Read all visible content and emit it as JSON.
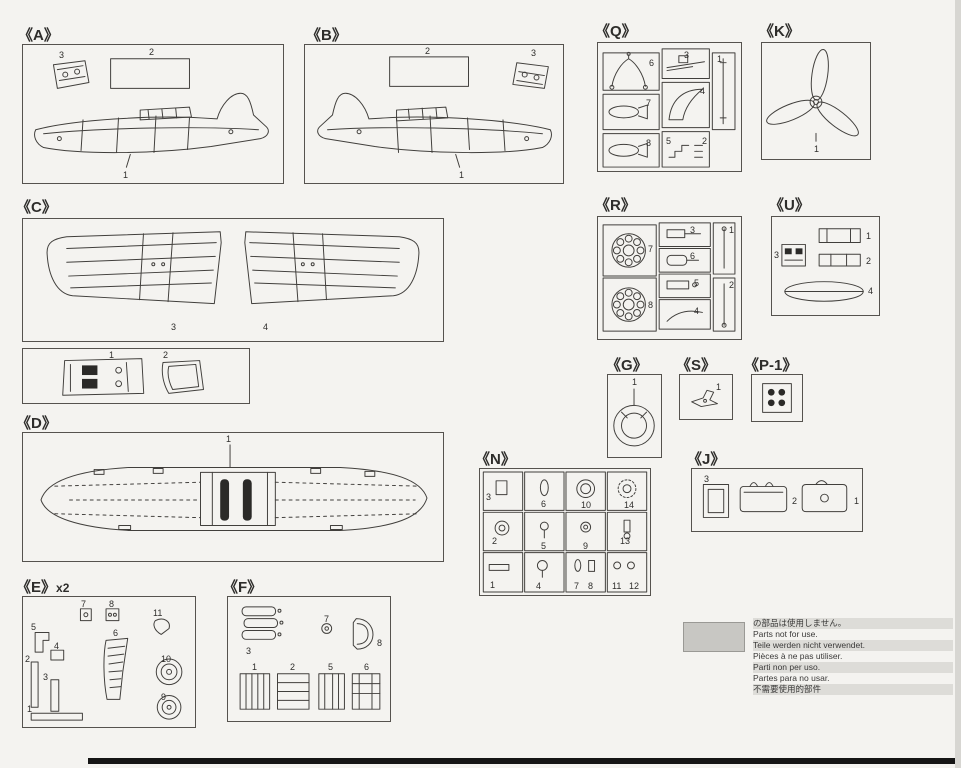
{
  "colors": {
    "page_bg": "#f4f3f0",
    "line": "#413f3c",
    "frame_border": "#55524e",
    "swatch": "#c8c7c3",
    "bottom_bar": "#151515"
  },
  "sections": {
    "A": {
      "label": "《A》",
      "parts": [
        "3",
        "2",
        "1"
      ]
    },
    "B": {
      "label": "《B》",
      "parts": [
        "2",
        "3",
        "1"
      ]
    },
    "C": {
      "label": "《C》",
      "parts": [
        "3",
        "4",
        "1",
        "2"
      ]
    },
    "D": {
      "label": "《D》",
      "parts": [
        "1"
      ]
    },
    "E": {
      "label": "《E》",
      "suffix": "x2",
      "parts": [
        "5",
        "7",
        "8",
        "11",
        "6",
        "2",
        "4",
        "3",
        "10",
        "1",
        "9"
      ]
    },
    "F": {
      "label": "《F》",
      "parts": [
        "3",
        "7",
        "8",
        "1",
        "2",
        "5",
        "6"
      ]
    },
    "G": {
      "label": "《G》",
      "parts": [
        "1"
      ]
    },
    "J": {
      "label": "《J》",
      "parts": [
        "3",
        "2",
        "1"
      ]
    },
    "K": {
      "label": "《K》",
      "parts": [
        "1"
      ]
    },
    "N": {
      "label": "《N》",
      "parts": [
        "3",
        "6",
        "10",
        "14",
        "2",
        "5",
        "9",
        "13",
        "1",
        "4",
        "7",
        "8",
        "11",
        "12"
      ]
    },
    "P1": {
      "label": "《P-1》",
      "parts": []
    },
    "Q": {
      "label": "《Q》",
      "parts": [
        "6",
        "3",
        "1",
        "7",
        "4",
        "8",
        "5",
        "2"
      ]
    },
    "R": {
      "label": "《R》",
      "parts": [
        "7",
        "3",
        "1",
        "6",
        "2",
        "8",
        "5",
        "4"
      ]
    },
    "S": {
      "label": "《S》",
      "parts": [
        "1"
      ]
    },
    "U": {
      "label": "《U》",
      "parts": [
        "3",
        "1",
        "2",
        "4"
      ]
    }
  },
  "note": {
    "lines": [
      "の部品は使用しません。",
      "Parts not for use.",
      "Teile werden nicht verwendet.",
      "Pièces à ne pas utiliser.",
      "Parti non per uso.",
      "Partes para no usar.",
      "不需要使用的部件"
    ]
  }
}
